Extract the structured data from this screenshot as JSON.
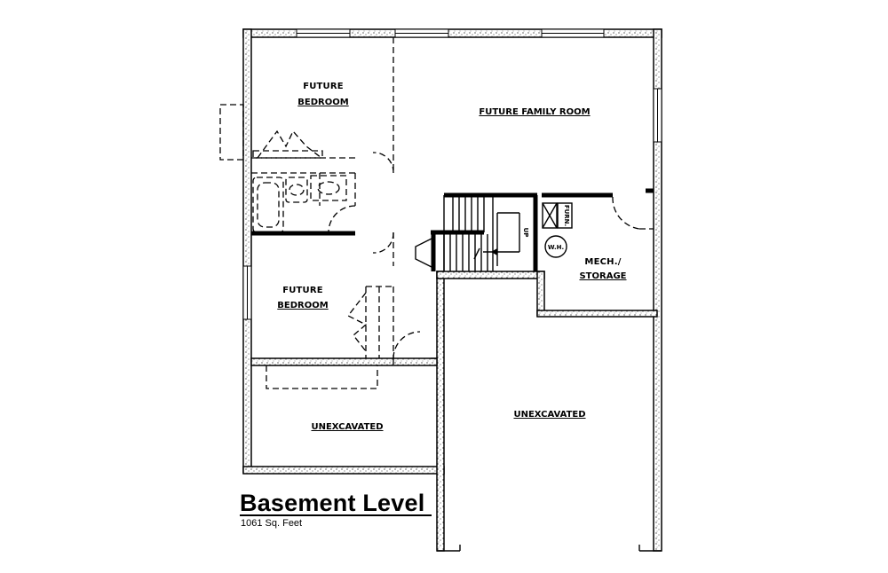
{
  "title": "Basement Level",
  "subtitle": "1061 Sq. Feet",
  "rooms": {
    "future_bedroom_top": [
      "FUTURE",
      "BEDROOM"
    ],
    "future_family_room": "FUTURE FAMILY ROOM",
    "future_bedroom_bottom": [
      "FUTURE",
      "BEDROOM"
    ],
    "mech_storage": [
      "MECH./",
      "STORAGE"
    ],
    "unexcavated_left": "UNEXCAVATED",
    "unexcavated_right": "UNEXCAVATED"
  },
  "fixtures": {
    "furnace": "FURN.",
    "water_heater": "W.H.",
    "stair_direction": "UP"
  }
}
